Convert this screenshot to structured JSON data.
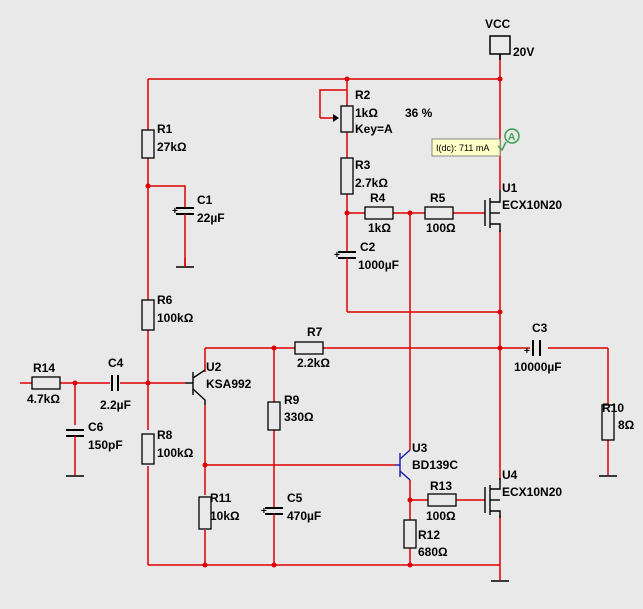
{
  "supply": {
    "name": "VCC",
    "value": "20V"
  },
  "components": {
    "R1": {
      "ref": "R1",
      "value": "27kΩ"
    },
    "R2": {
      "ref": "R2",
      "value": "1kΩ",
      "setting": "36 %",
      "key": "Key=A"
    },
    "R3": {
      "ref": "R3",
      "value": "2.7kΩ"
    },
    "R4": {
      "ref": "R4",
      "value": "1kΩ"
    },
    "R5": {
      "ref": "R5",
      "value": "100Ω"
    },
    "R6": {
      "ref": "R6",
      "value": "100kΩ"
    },
    "R7": {
      "ref": "R7",
      "value": "2.2kΩ"
    },
    "R8": {
      "ref": "R8",
      "value": "100kΩ"
    },
    "R9": {
      "ref": "R9",
      "value": "330Ω"
    },
    "R10": {
      "ref": "R10",
      "value": "8Ω"
    },
    "R11": {
      "ref": "R11",
      "value": "10kΩ"
    },
    "R12": {
      "ref": "R12",
      "value": "680Ω"
    },
    "R13": {
      "ref": "R13",
      "value": "100Ω"
    },
    "R14": {
      "ref": "R14",
      "value": "4.7kΩ"
    },
    "C1": {
      "ref": "C1",
      "value": "22µF"
    },
    "C2": {
      "ref": "C2",
      "value": "1000µF"
    },
    "C3": {
      "ref": "C3",
      "value": "10000µF"
    },
    "C4": {
      "ref": "C4",
      "value": "2.2µF"
    },
    "C5": {
      "ref": "C5",
      "value": "470µF"
    },
    "C6": {
      "ref": "C6",
      "value": "150pF"
    },
    "U1": {
      "ref": "U1",
      "value": "ECX10N20"
    },
    "U2": {
      "ref": "U2",
      "value": "KSA992"
    },
    "U3": {
      "ref": "U3",
      "value": "BD139C"
    },
    "U4": {
      "ref": "U4",
      "value": "ECX10N20"
    }
  },
  "probe": {
    "reading": "I(dc): 711 mA",
    "label": "A"
  },
  "colors": {
    "wire": "#e00000",
    "part": "#000000",
    "transistor": "#1a1aa6",
    "probe": "#3aa04a",
    "probe_box": "#ffffc8"
  }
}
